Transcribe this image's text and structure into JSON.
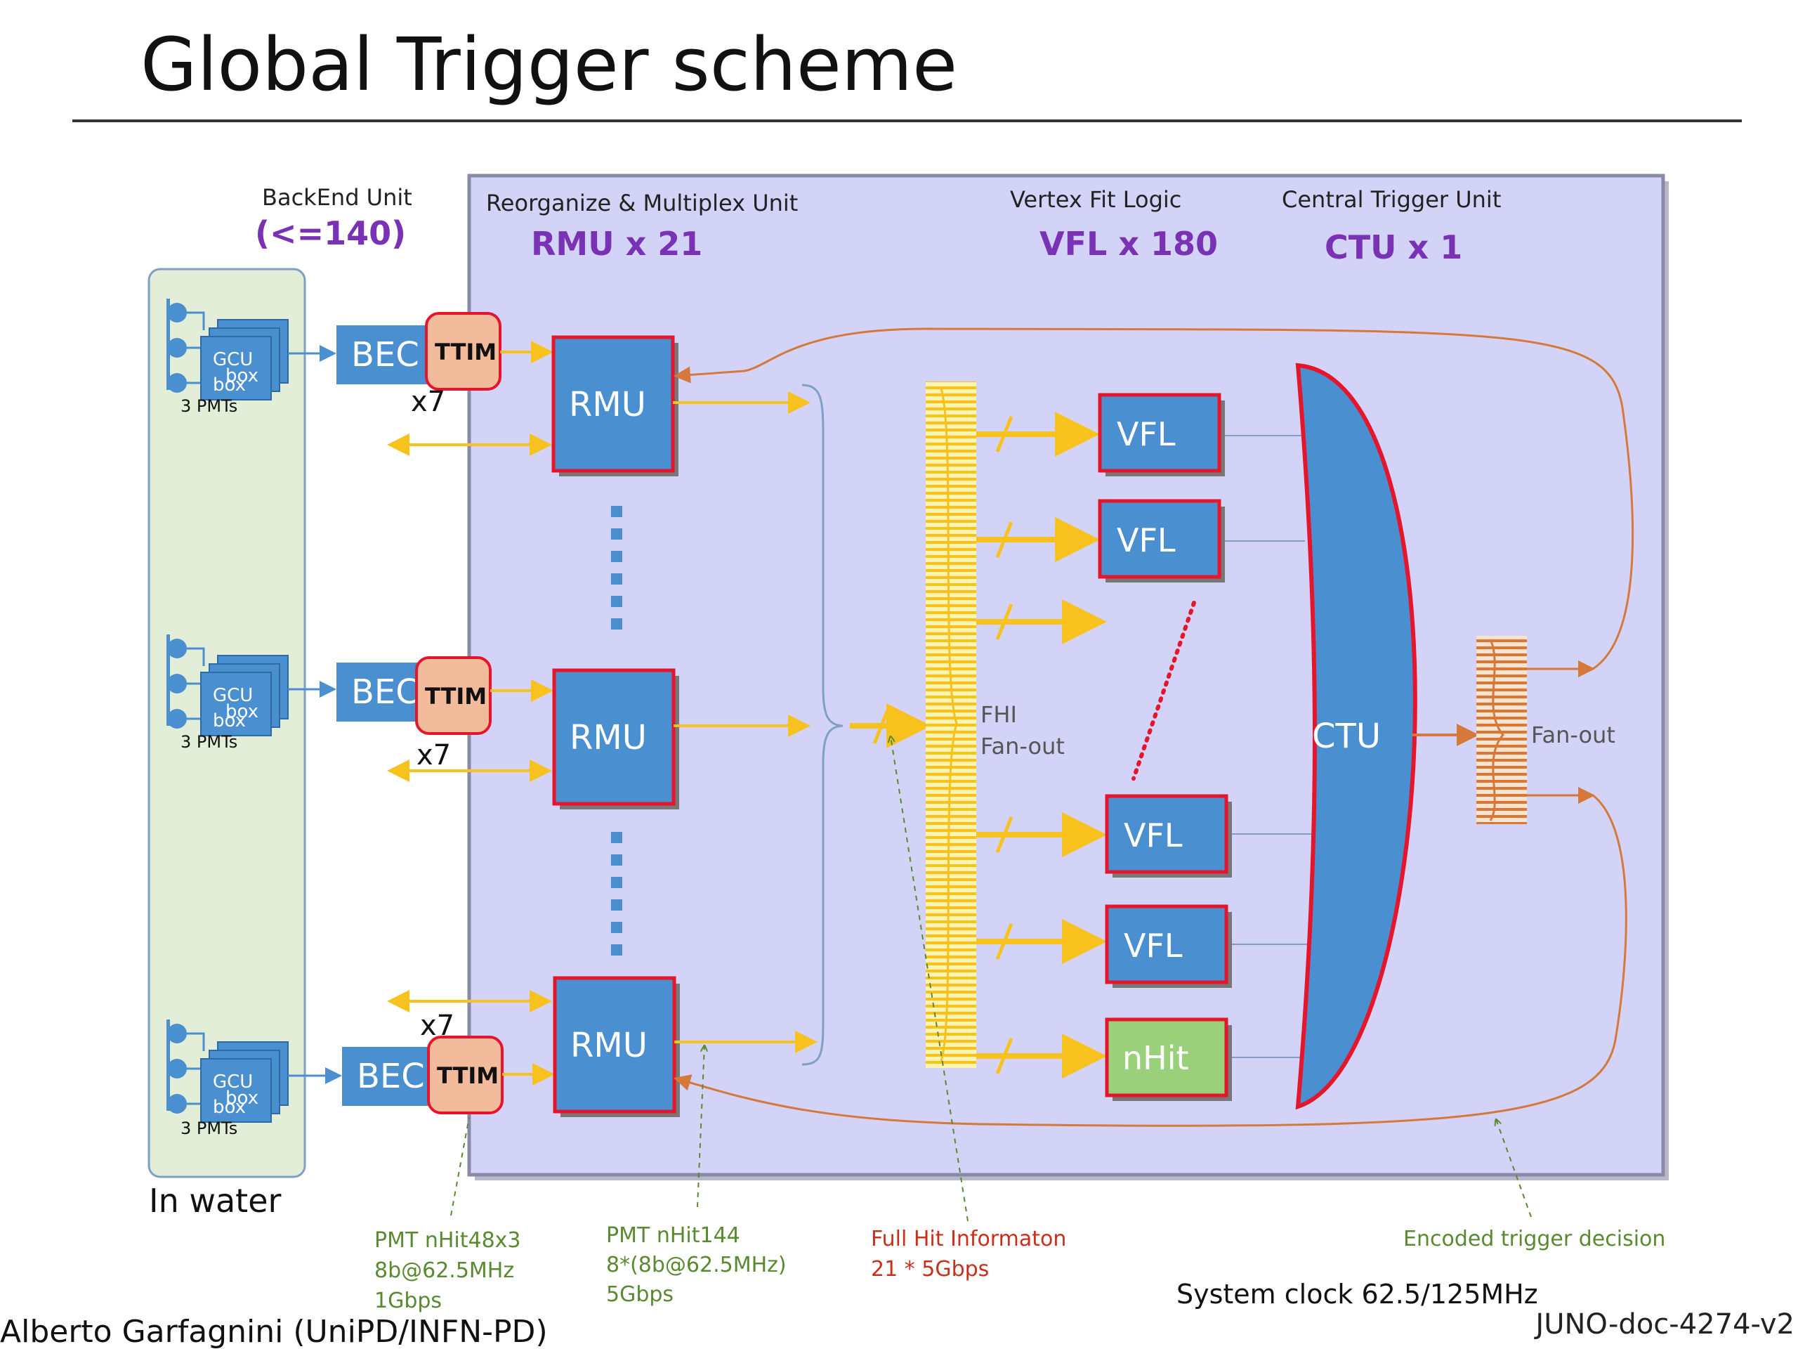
{
  "slide": {
    "title": "Global Trigger scheme",
    "author": "Alberto Garfagnini (UniPD/INFN-PD)",
    "doc_id": "JUNO-doc-4274-v2",
    "system_clock": "System clock 62.5/125MHz"
  },
  "colors": {
    "panel_fill": "#d3d3f8",
    "panel_border": "#8a8aa8",
    "water_fill": "#e2eed8",
    "water_border": "#7f9fc4",
    "block_blue": "#4a8fd0",
    "block_red": "#e5162b",
    "ttim_fill": "#f2bb9c",
    "yellow": "#f8c21e",
    "orange": "#d4793a",
    "purple": "#7a32b4",
    "green_text": "#5a8a30",
    "red_text": "#c8301c",
    "nhit_fill": "#9ad07a"
  },
  "headers": {
    "backend": {
      "label": "BackEnd Unit",
      "count": "(<=140)"
    },
    "rmu": {
      "label": "Reorganize & Multiplex Unit",
      "count": "RMU x 21"
    },
    "vfl": {
      "label": "Vertex Fit Logic",
      "count": "VFL x 180"
    },
    "ctu": {
      "label": "Central Trigger Unit",
      "count": "CTU x 1"
    }
  },
  "water": {
    "label": "In water",
    "groups": [
      {
        "gcu": "GCU",
        "box1": "box",
        "box2": "box",
        "pmts": "3 PMTs",
        "bec": "BEC",
        "ttim": "TTIM",
        "mult": "x7"
      },
      {
        "gcu": "GCU",
        "box1": "box",
        "box2": "box",
        "pmts": "3 PMTs",
        "bec": "BEC",
        "ttim": "TTIM",
        "mult": "x7"
      },
      {
        "gcu": "GCU",
        "box1": "box",
        "box2": "box",
        "pmts": "3 PMTs",
        "bec": "BEC",
        "ttim": "TTIM",
        "mult": "x7"
      }
    ]
  },
  "rmu_blocks": [
    "RMU",
    "RMU",
    "RMU"
  ],
  "fhi": {
    "line1": "FHI",
    "line2": "Fan-out"
  },
  "vfl_blocks": [
    "VFL",
    "VFL",
    "VFL",
    "VFL"
  ],
  "nhit": "nHit",
  "ctu": "CTU",
  "fanout": "Fan-out",
  "annotations": {
    "pmt48": [
      "PMT nHit48x3",
      "8b@62.5MHz",
      "1Gbps"
    ],
    "pmt144": [
      "PMT nHit144",
      "8*(8b@62.5MHz)",
      "5Gbps"
    ],
    "fullhit": [
      "Full Hit Informaton",
      "21 * 5Gbps"
    ],
    "encoded": [
      "Encoded trigger decision"
    ]
  }
}
